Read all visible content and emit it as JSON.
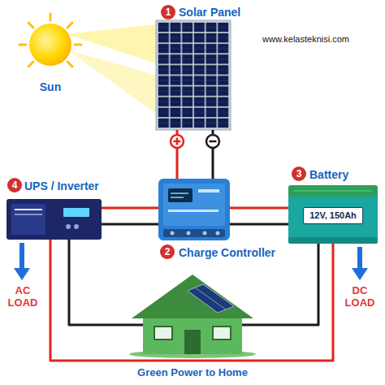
{
  "diagram": {
    "nodes": [
      {
        "text": [
          "Solar Panel"
        ]
      },
      {
        "text": [
          "Sun"
        ]
      },
      {
        "text": [
          "Battery",
          "12V, 150Ah"
        ]
      },
      {
        "text": [
          "UPS / Inverter"
        ]
      },
      {
        "text": [
          "Charge Controller"
        ]
      },
      {
        "text": [
          "Green Power to Home"
        ]
      }
    ],
    "edges": [
      {
        "from": 0,
        "to": 4,
        "arrow": "none"
      },
      {
        "from": 0,
        "to": 4,
        "arrow": "none"
      },
      {
        "from": 3,
        "to": 4,
        "arrow": "none"
      },
      {
        "from": 3,
        "to": 4,
        "arrow": "none"
      },
      {
        "from": 4,
        "to": 2,
        "arrow": "none"
      },
      {
        "from": 4,
        "to": 2,
        "arrow": "none"
      },
      {
        "from": 3,
        "to": 2,
        "arrow": "none"
      },
      {
        "from": 3,
        "to": 5,
        "arrow": "none"
      },
      {
        "from": 2,
        "to": 5,
        "arrow": "none"
      }
    ],
    "labels": [
      "1",
      "www.kelasteknisi.com",
      "3",
      "4",
      "2",
      "AC LOAD",
      "DC LOAD"
    ]
  }
}
